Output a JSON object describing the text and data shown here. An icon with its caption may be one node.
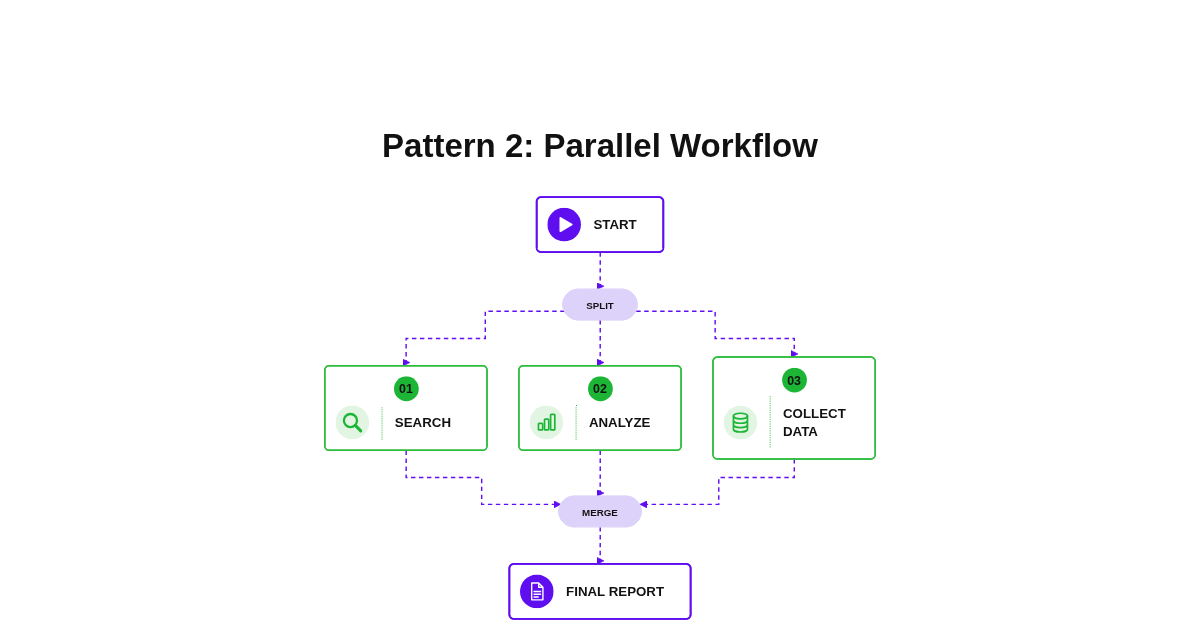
{
  "diagram": {
    "title": "Pattern 2: Parallel Workflow",
    "nodes": [
      {
        "text": [
          "START"
        ]
      },
      {
        "text": [
          "SPLIT"
        ]
      },
      {
        "text": [
          "01",
          "SEARCH"
        ]
      },
      {
        "text": [
          "02",
          "ANALYZE"
        ]
      },
      {
        "text": [
          "03",
          "COLLECT DATA"
        ]
      },
      {
        "text": [
          "MERGE"
        ]
      },
      {
        "text": [
          "FINAL REPORT"
        ]
      }
    ],
    "edges": [
      {
        "from": 0,
        "to": 1,
        "arrow": "to",
        "style": "dashed"
      },
      {
        "from": 1,
        "to": 2,
        "arrow": "to",
        "style": "dashed"
      },
      {
        "from": 1,
        "to": 3,
        "arrow": "to",
        "style": "dashed"
      },
      {
        "from": 1,
        "to": 4,
        "arrow": "to",
        "style": "dashed"
      },
      {
        "from": 2,
        "to": 5,
        "arrow": "to",
        "style": "dashed"
      },
      {
        "from": 3,
        "to": 5,
        "arrow": "to",
        "style": "dashed"
      },
      {
        "from": 4,
        "to": 5,
        "arrow": "to",
        "style": "dashed"
      },
      {
        "from": 5,
        "to": 6,
        "arrow": "to",
        "style": "dashed"
      }
    ]
  }
}
